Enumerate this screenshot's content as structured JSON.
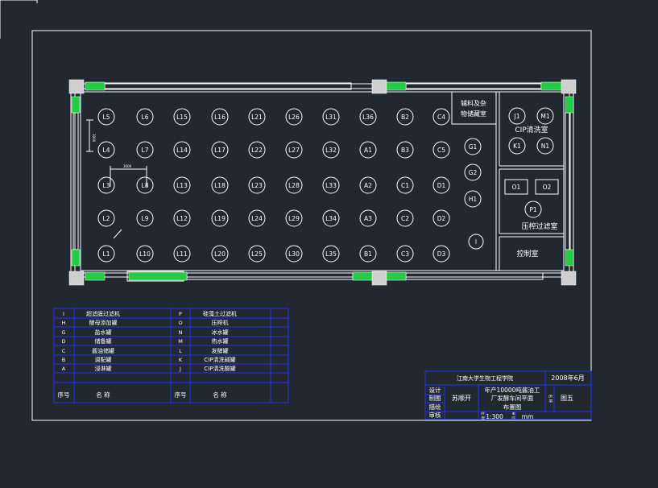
{
  "colors": {
    "background": "#212830",
    "line": "#ffffff",
    "legend_grid": "#2233ee",
    "wall_block": "#22cc44"
  },
  "tanks": [
    {
      "label": "L5"
    },
    {
      "label": "L6"
    },
    {
      "label": "L15"
    },
    {
      "label": "L16"
    },
    {
      "label": "L21"
    },
    {
      "label": "L26"
    },
    {
      "label": "L31"
    },
    {
      "label": "L36"
    },
    {
      "label": "B2"
    },
    {
      "label": "C4"
    },
    {
      "label": "L4"
    },
    {
      "label": "L7"
    },
    {
      "label": "L14"
    },
    {
      "label": "L17"
    },
    {
      "label": "L22"
    },
    {
      "label": "L27"
    },
    {
      "label": "L32"
    },
    {
      "label": "A1"
    },
    {
      "label": "B3"
    },
    {
      "label": "C5"
    },
    {
      "label": "L3"
    },
    {
      "label": "L8"
    },
    {
      "label": "L13"
    },
    {
      "label": "L18"
    },
    {
      "label": "L23"
    },
    {
      "label": "L28"
    },
    {
      "label": "L33"
    },
    {
      "label": "A2"
    },
    {
      "label": "C1"
    },
    {
      "label": "D1"
    },
    {
      "label": "L2"
    },
    {
      "label": "L9"
    },
    {
      "label": "L12"
    },
    {
      "label": "L19"
    },
    {
      "label": "L24"
    },
    {
      "label": "L29"
    },
    {
      "label": "L34"
    },
    {
      "label": "A3"
    },
    {
      "label": "C2"
    },
    {
      "label": "D2"
    },
    {
      "label": "L1"
    },
    {
      "label": "L10"
    },
    {
      "label": "L11"
    },
    {
      "label": "L20"
    },
    {
      "label": "L25"
    },
    {
      "label": "L30"
    },
    {
      "label": "L35"
    },
    {
      "label": "B1"
    },
    {
      "label": "C3"
    },
    {
      "label": "D3"
    }
  ],
  "equipment": [
    {
      "label": "G1"
    },
    {
      "label": "G2"
    },
    {
      "label": "H1"
    },
    {
      "label": "I"
    },
    {
      "label": "J1"
    },
    {
      "label": "M1"
    },
    {
      "label": "K1"
    },
    {
      "label": "N1"
    },
    {
      "label": "P1"
    },
    {
      "label": "O1"
    },
    {
      "label": "O2"
    }
  ],
  "rooms": {
    "storage": [
      "辅料及杂",
      "物储藏室"
    ],
    "cip": "CIP清洗室",
    "filter": "压榨过滤室",
    "control": "控制室"
  },
  "dims": {
    "spacing_v": "3000",
    "spacing_h": "3000"
  },
  "legend": {
    "left": [
      {
        "code": "I",
        "name": "超滤膜过滤机"
      },
      {
        "code": "H",
        "name": "酵母添加罐"
      },
      {
        "code": "G",
        "name": "盐水罐"
      },
      {
        "code": "D",
        "name": "储备罐"
      },
      {
        "code": "C",
        "name": "酱油储罐"
      },
      {
        "code": "B",
        "name": "调配罐"
      },
      {
        "code": "A",
        "name": "浸淋罐"
      }
    ],
    "right": [
      {
        "code": "P",
        "name": "硅藻土过滤机"
      },
      {
        "code": "O",
        "name": "压榨机"
      },
      {
        "code": "N",
        "name": "冰水罐"
      },
      {
        "code": "M",
        "name": "热水罐"
      },
      {
        "code": "L",
        "name": "发酵罐"
      },
      {
        "code": "K",
        "name": "CIP清洗碱罐"
      },
      {
        "code": "J",
        "name": "CIP清洗酸罐"
      }
    ],
    "footer": {
      "no": "序号",
      "name": "名  称"
    }
  },
  "title_block": {
    "school": "江南大学生物工程学院",
    "date": "2008年6月",
    "design": "设计",
    "draw": "制图",
    "describe": "描绘",
    "review": "审核",
    "designer": "苏顺开",
    "project": [
      "年产10000吨酱油工",
      "厂发酵车间平面",
      "布置图"
    ],
    "sheet_label": "名 称",
    "sheet": "图五",
    "scale_label": "比 例",
    "scale": "1:300",
    "unit_label": "单 位",
    "unit": "mm"
  }
}
